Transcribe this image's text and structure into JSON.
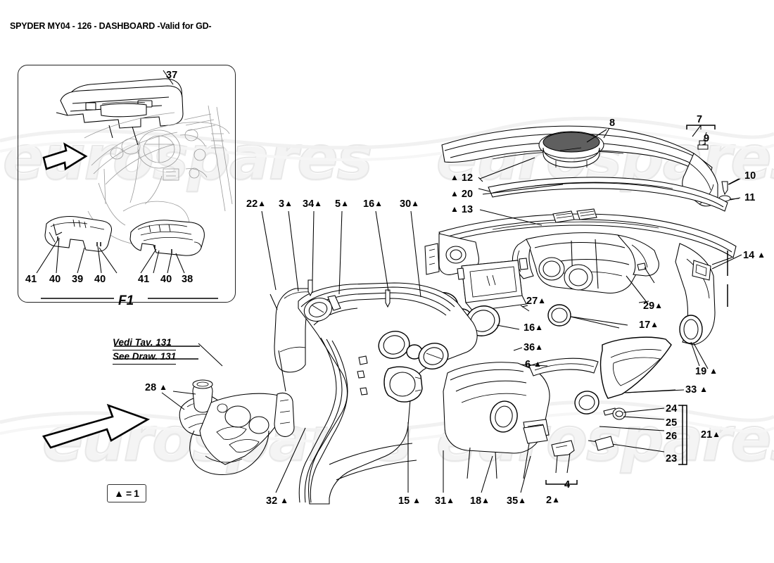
{
  "document": {
    "title": "SPYDER MY04 - 126 - DASHBOARD -Valid for GD-",
    "model": "SPYDER MY04",
    "table_number": "126",
    "section": "DASHBOARD",
    "validity": "-Valid for GD-",
    "watermark": "eurospares"
  },
  "legend": {
    "triangle_glyph": "▲",
    "equals": "=",
    "quantity": "1",
    "full_text": "▲ = 1"
  },
  "inset": {
    "name": "F1",
    "label": "F1",
    "callouts": [
      {
        "id": "37",
        "text": "37",
        "triangle": false
      },
      {
        "id": "41a",
        "text": "41",
        "triangle": false
      },
      {
        "id": "40a",
        "text": "40",
        "triangle": false
      },
      {
        "id": "39",
        "text": "39",
        "triangle": false
      },
      {
        "id": "40b",
        "text": "40",
        "triangle": false
      },
      {
        "id": "41b",
        "text": "41",
        "triangle": false
      },
      {
        "id": "40c",
        "text": "40",
        "triangle": false
      },
      {
        "id": "38",
        "text": "38",
        "triangle": false
      }
    ]
  },
  "cross_reference": {
    "line_italian": "Vedi Tav. 131",
    "line_english": "See Draw. 131"
  },
  "callouts": {
    "top_row": [
      {
        "text": "22",
        "triangle": "after"
      },
      {
        "text": "3",
        "triangle": "after"
      },
      {
        "text": "34",
        "triangle": "after"
      },
      {
        "text": "5",
        "triangle": "after"
      },
      {
        "text": "16",
        "triangle": "after"
      },
      {
        "text": "30",
        "triangle": "after"
      }
    ],
    "upper_left_stack": [
      {
        "text": "12",
        "triangle": "before"
      },
      {
        "text": "20",
        "triangle": "before"
      },
      {
        "text": "13",
        "triangle": "before"
      }
    ],
    "top_right": [
      {
        "text": "8",
        "triangle": "none"
      },
      {
        "text": "7",
        "triangle": "none"
      },
      {
        "text": "9",
        "triangle": "none"
      },
      {
        "text": "10",
        "triangle": "none"
      },
      {
        "text": "11",
        "triangle": "none"
      }
    ],
    "mid_left_col": [
      {
        "text": "27",
        "triangle": "after"
      },
      {
        "text": "16",
        "triangle": "after"
      },
      {
        "text": "36",
        "triangle": "after"
      },
      {
        "text": "6",
        "triangle": "after"
      }
    ],
    "mid_right_col": [
      {
        "text": "29",
        "triangle": "after"
      },
      {
        "text": "17",
        "triangle": "after"
      }
    ],
    "right_col": [
      {
        "text": "14",
        "triangle": "after"
      },
      {
        "text": "19",
        "triangle": "after"
      },
      {
        "text": "33",
        "triangle": "after"
      }
    ],
    "bracket_group_21": {
      "members": [
        {
          "text": "24"
        },
        {
          "text": "25"
        },
        {
          "text": "26"
        },
        {
          "text": "23"
        }
      ],
      "group_label": {
        "text": "21",
        "triangle": "after"
      }
    },
    "bracket_group_2": {
      "member": {
        "text": "4"
      },
      "group_label": {
        "text": "2",
        "triangle": "after"
      }
    },
    "bottom_row": [
      {
        "text": "32",
        "triangle": "after"
      },
      {
        "text": "15",
        "triangle": "after"
      },
      {
        "text": "31",
        "triangle": "after"
      },
      {
        "text": "18",
        "triangle": "after"
      },
      {
        "text": "35",
        "triangle": "after"
      }
    ],
    "console": [
      {
        "text": "28",
        "triangle": "after"
      }
    ]
  },
  "colors": {
    "ink": "#000000",
    "paper": "#ffffff",
    "watermark": "#e8e8e8",
    "grille_fill": "#5f5f5f"
  },
  "parts_index": [
    "2",
    "3",
    "4",
    "5",
    "6",
    "7",
    "8",
    "9",
    "10",
    "11",
    "12",
    "13",
    "14",
    "15",
    "16",
    "17",
    "18",
    "19",
    "20",
    "21",
    "22",
    "23",
    "24",
    "25",
    "26",
    "27",
    "28",
    "29",
    "30",
    "31",
    "32",
    "33",
    "34",
    "35",
    "36",
    "37",
    "38",
    "39",
    "40",
    "41"
  ]
}
